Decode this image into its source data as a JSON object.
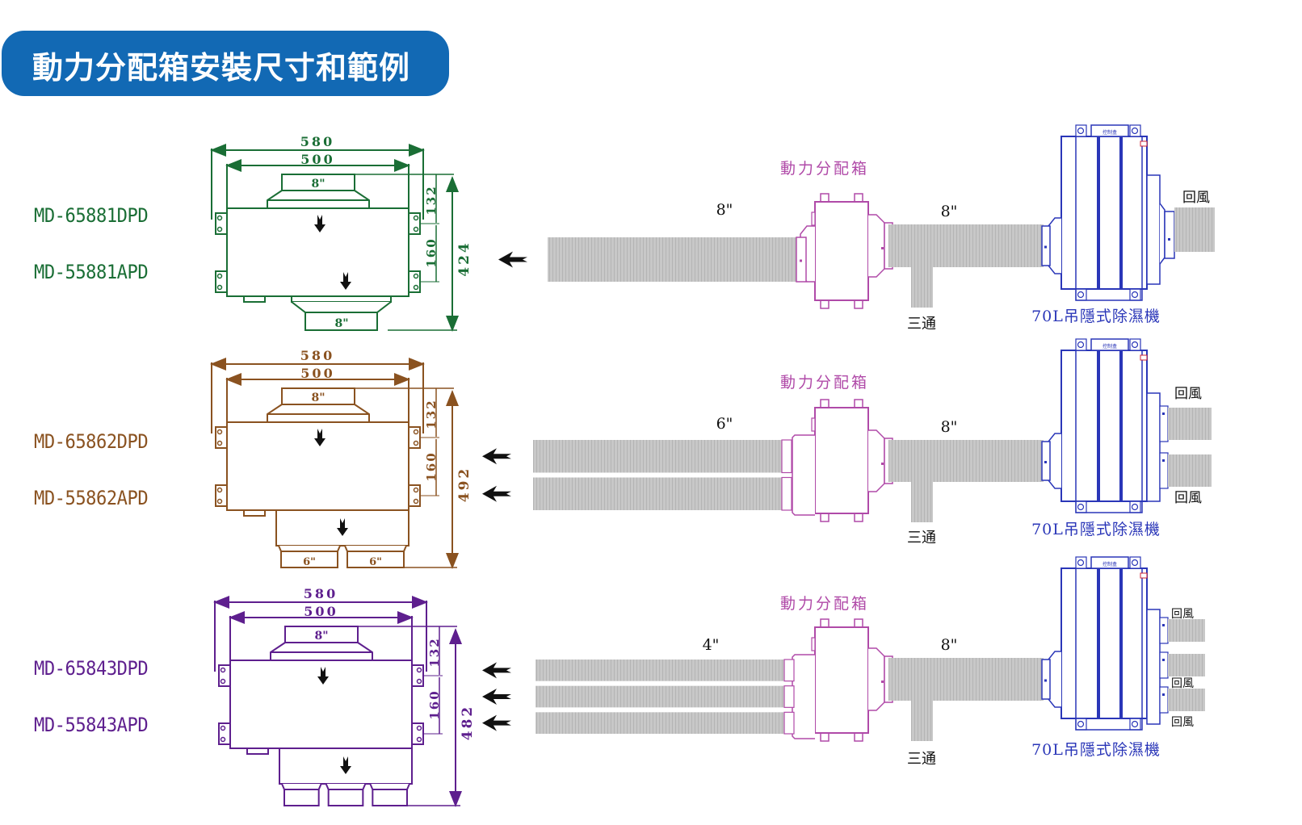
{
  "title": "動力分配箱安裝尺寸和範例",
  "colors": {
    "title_bg": "#1269b4",
    "row1": "#1a6e35",
    "row2": "#8a5220",
    "row3": "#5e1f8e",
    "box_pink": "#b04aa8",
    "unit_blue": "#2a36b8",
    "duct": "#c6c6c6"
  },
  "rows": [
    {
      "models": [
        "MD-65881DPD",
        "MD-55881APD"
      ],
      "dims": {
        "outer_width": "580",
        "inner_width": "500",
        "top_height": "132",
        "mid_height": "160",
        "total_height": "424"
      },
      "inlet_label": "8\"",
      "outlet_labels": [
        "8\""
      ],
      "branch_duct_label": "8\"",
      "main_duct_label": "8\"",
      "box_label": "動力分配箱",
      "tee_label": "三通",
      "unit_label": "70L吊隱式除濕機",
      "return_labels": [
        "回風"
      ],
      "control_label": "控制盒"
    },
    {
      "models": [
        "MD-65862DPD",
        "MD-55862APD"
      ],
      "dims": {
        "outer_width": "580",
        "inner_width": "500",
        "top_height": "132",
        "mid_height": "160",
        "total_height": "492"
      },
      "inlet_label": "8\"",
      "outlet_labels": [
        "6\"",
        "6\""
      ],
      "branch_duct_label": "6\"",
      "main_duct_label": "8\"",
      "box_label": "動力分配箱",
      "tee_label": "三通",
      "unit_label": "70L吊隱式除濕機",
      "return_labels": [
        "回風",
        "回風"
      ],
      "control_label": "控制盒"
    },
    {
      "models": [
        "MD-65843DPD",
        "MD-55843APD"
      ],
      "dims": {
        "outer_width": "580",
        "inner_width": "500",
        "top_height": "132",
        "mid_height": "160",
        "total_height": "482"
      },
      "inlet_label": "8\"",
      "outlet_labels": [
        "",
        "",
        ""
      ],
      "branch_duct_label": "4\"",
      "main_duct_label": "8\"",
      "box_label": "動力分配箱",
      "tee_label": "三通",
      "unit_label": "70L吊隱式除濕機",
      "return_labels": [
        "回風",
        "回風",
        "回風"
      ],
      "control_label": "控制盒"
    }
  ]
}
